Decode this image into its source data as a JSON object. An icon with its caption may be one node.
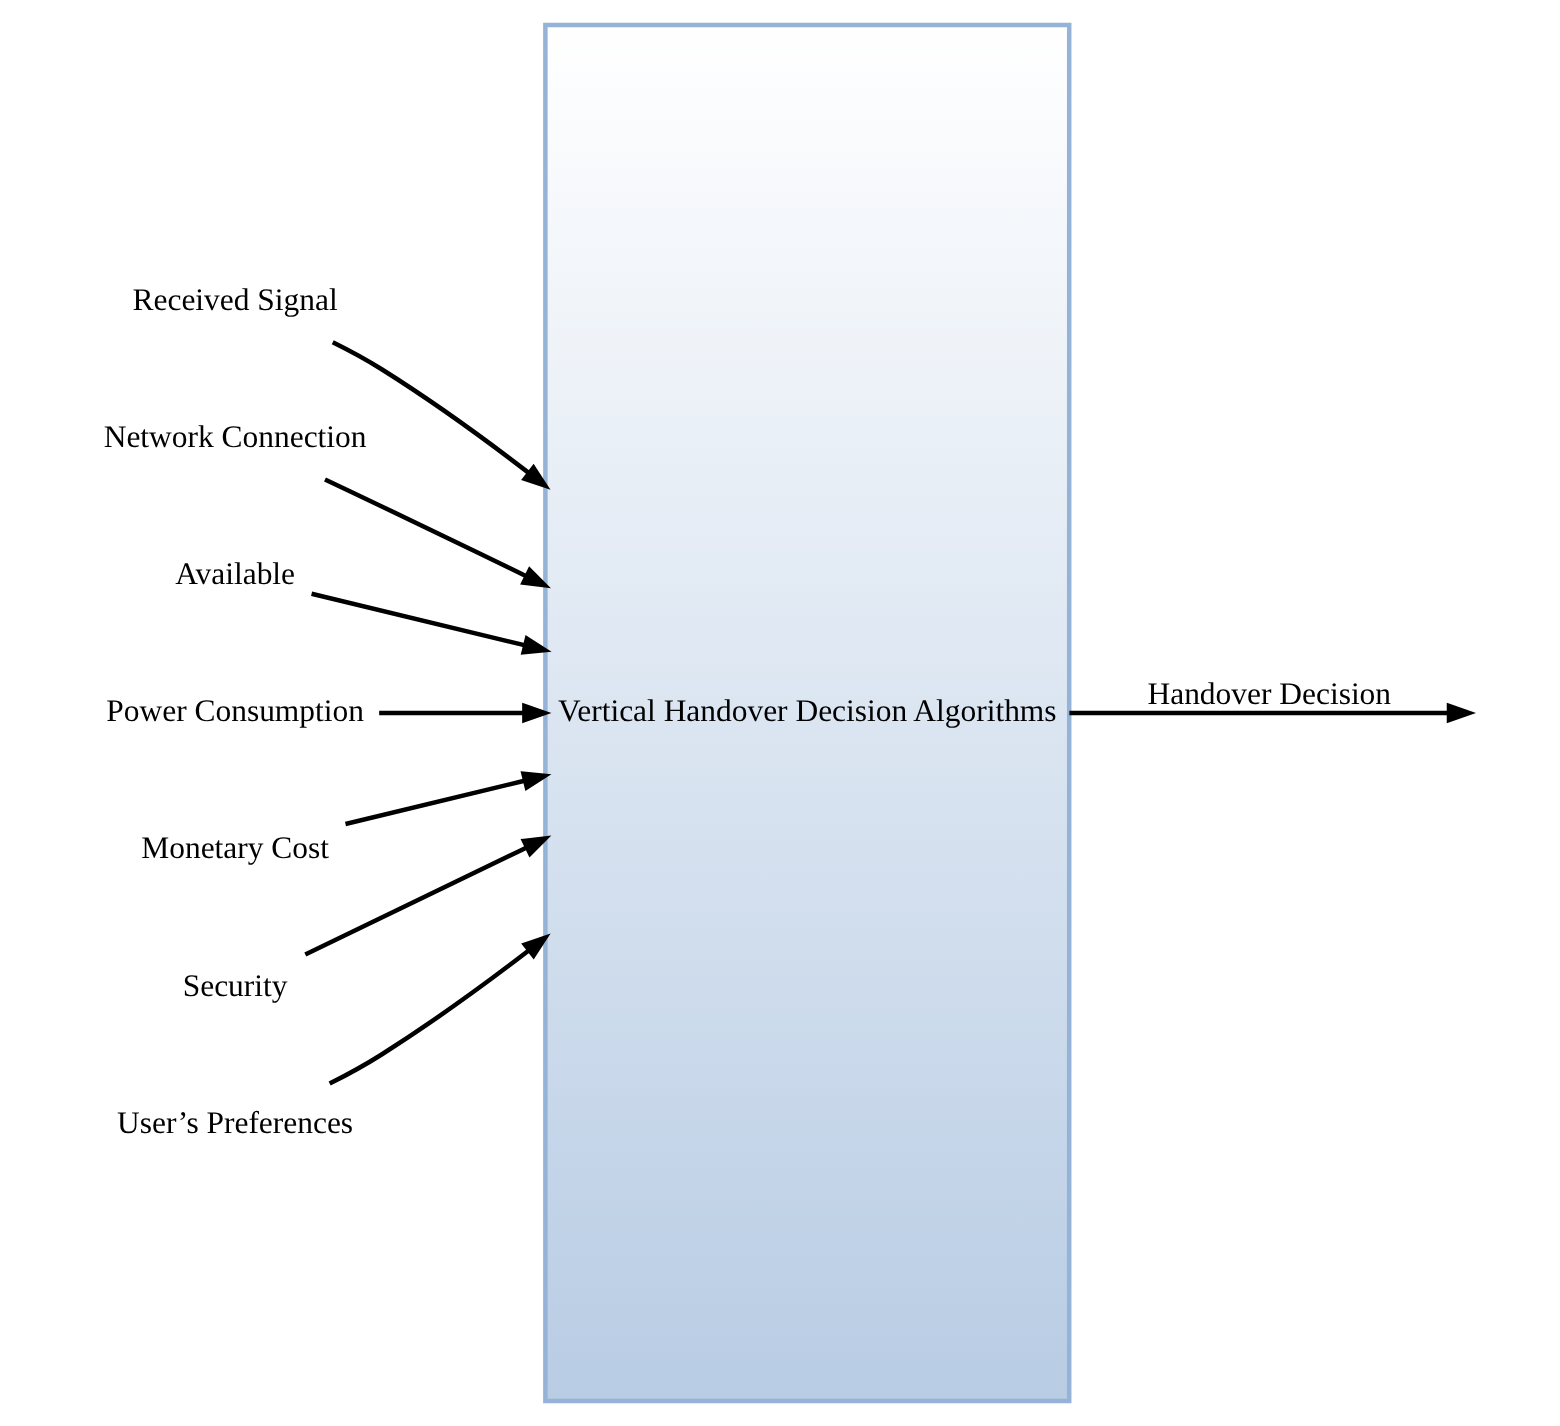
{
  "diagram": {
    "nodes": [
      {
        "text": [
          "Received Signal"
        ]
      },
      {
        "text": [
          "Network Connection"
        ]
      },
      {
        "text": [
          "Available"
        ]
      },
      {
        "text": [
          "Power Consumption"
        ]
      },
      {
        "text": [
          "Monetary Cost"
        ]
      },
      {
        "text": [
          "Security"
        ]
      },
      {
        "text": [
          "User’s Preferences"
        ]
      },
      {
        "text": [
          "Vertical Handover Decision Algorithms"
        ]
      }
    ],
    "edges": [
      {
        "from": 0,
        "to": 7,
        "arrow": "to"
      },
      {
        "from": 1,
        "to": 7,
        "arrow": "to"
      },
      {
        "from": 2,
        "to": 7,
        "arrow": "to"
      },
      {
        "from": 3,
        "to": 7,
        "arrow": "to"
      },
      {
        "from": 4,
        "to": 7,
        "arrow": "to"
      },
      {
        "from": 5,
        "to": 7,
        "arrow": "to"
      },
      {
        "from": 6,
        "to": 7,
        "arrow": "to"
      },
      {
        "from": 7,
        "to": null,
        "arrow": "to",
        "label": "Handover Decision"
      }
    ]
  }
}
